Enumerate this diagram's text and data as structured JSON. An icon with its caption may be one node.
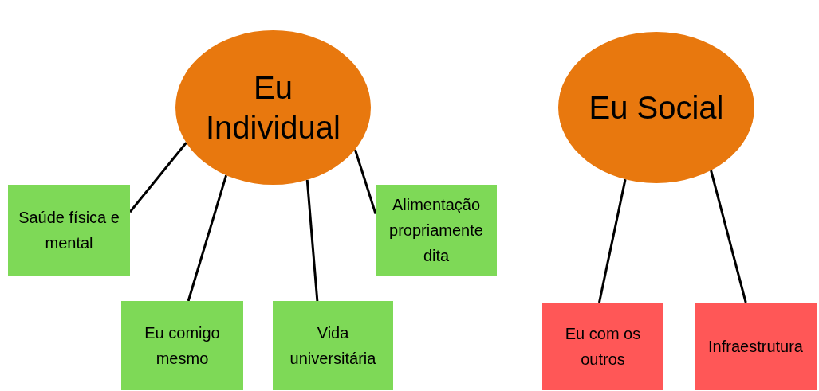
{
  "diagram": {
    "nodes": [
      {
        "text": [
          "Eu Individual"
        ]
      },
      {
        "text": [
          "Eu Social"
        ]
      },
      {
        "text": [
          "Saúde física e mental"
        ]
      },
      {
        "text": [
          "Eu comigo mesmo"
        ]
      },
      {
        "text": [
          "Vida universitária"
        ]
      },
      {
        "text": [
          "Alimentação propriamente dita"
        ]
      },
      {
        "text": [
          "Eu com os outros"
        ]
      },
      {
        "text": [
          "Infraestrutura"
        ]
      }
    ],
    "edges": [
      {
        "from": 0,
        "to": 2,
        "arrow": "none"
      },
      {
        "from": 0,
        "to": 3,
        "arrow": "none"
      },
      {
        "from": 0,
        "to": 4,
        "arrow": "none"
      },
      {
        "from": 0,
        "to": 5,
        "arrow": "none"
      },
      {
        "from": 1,
        "to": 6,
        "arrow": "none"
      },
      {
        "from": 1,
        "to": 7,
        "arrow": "none"
      }
    ]
  }
}
